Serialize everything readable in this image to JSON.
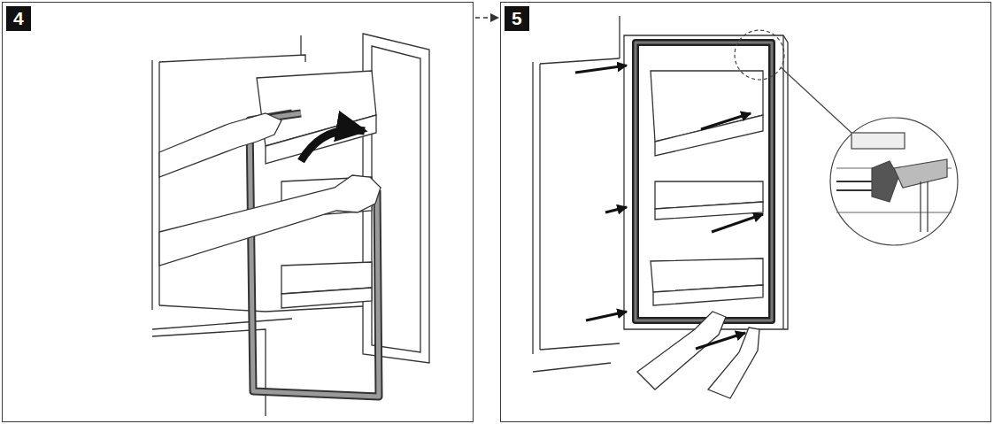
{
  "diagram": {
    "nodes": [
      {
        "text": [
          "4"
        ]
      },
      {
        "text": [
          "5"
        ]
      }
    ],
    "edges": [
      {
        "from": 0,
        "to": 1,
        "arrow": "to"
      }
    ]
  }
}
